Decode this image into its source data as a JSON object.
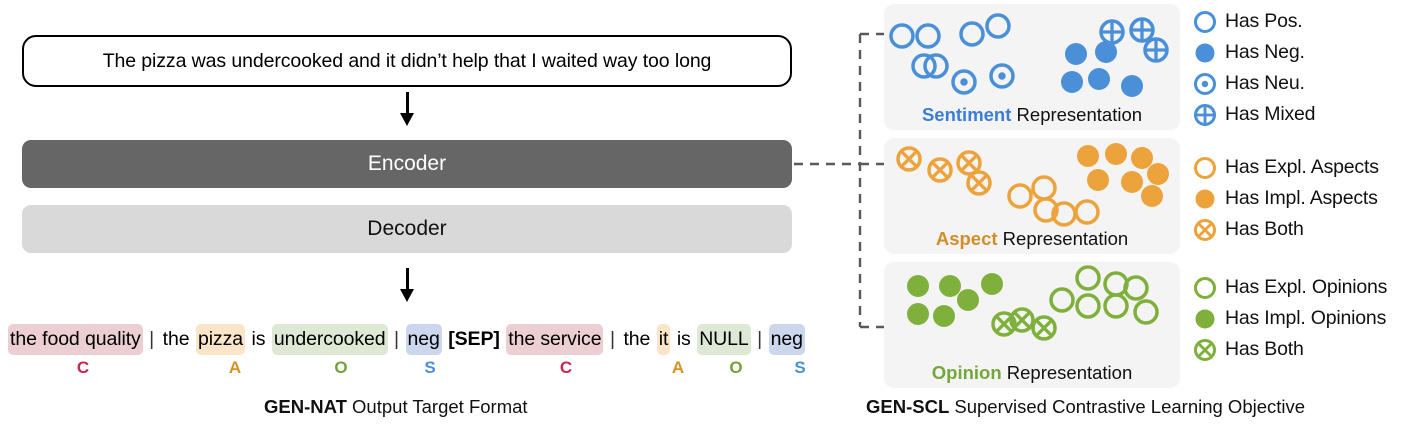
{
  "figure": {
    "input_sentence": "The pizza was undercooked and it didn’t help that I waited way too long",
    "encoder_label": "Encoder",
    "decoder_label": "Decoder",
    "caption_left_bold": "GEN-NAT",
    "caption_left_rest": " Output Target Format",
    "caption_right_bold": "GEN-SCL",
    "caption_right_rest": " Supervised Contrastive Learning Objective"
  },
  "output_sequence": {
    "tokens": [
      {
        "text": "the food quality",
        "style": "hl-c"
      },
      {
        "text": "|",
        "style": "bar"
      },
      {
        "text": "the",
        "style": "plain"
      },
      {
        "text": "pizza",
        "style": "hl-a"
      },
      {
        "text": "is",
        "style": "plain"
      },
      {
        "text": "undercooked",
        "style": "hl-o"
      },
      {
        "text": "|",
        "style": "bar"
      },
      {
        "text": "neg",
        "style": "hl-s"
      },
      {
        "text": "[SEP]",
        "style": "sep"
      },
      {
        "text": "the service",
        "style": "hl-c"
      },
      {
        "text": "|",
        "style": "bar"
      },
      {
        "text": "the",
        "style": "plain"
      },
      {
        "text": "it",
        "style": "hl-a"
      },
      {
        "text": "is",
        "style": "plain"
      },
      {
        "text": "NULL",
        "style": "hl-o"
      },
      {
        "text": "|",
        "style": "bar"
      },
      {
        "text": "neg",
        "style": "hl-s"
      }
    ],
    "role_letters": [
      {
        "letter": "C",
        "role": "c",
        "x": 83
      },
      {
        "letter": "A",
        "role": "a",
        "x": 235
      },
      {
        "letter": "O",
        "role": "o",
        "x": 341
      },
      {
        "letter": "S",
        "role": "s",
        "x": 430
      },
      {
        "letter": "C",
        "role": "c",
        "x": 566
      },
      {
        "letter": "A",
        "role": "a",
        "x": 678
      },
      {
        "letter": "O",
        "role": "o",
        "x": 736
      },
      {
        "letter": "S",
        "role": "s",
        "x": 800
      }
    ]
  },
  "representations": [
    {
      "id": "sentiment",
      "accent": "Sentiment",
      "rest": " Representation",
      "color": "#4a90d9"
    },
    {
      "id": "aspect",
      "accent": "Aspect",
      "rest": " Representation",
      "color": "#eda33c"
    },
    {
      "id": "opinion",
      "accent": "Opinion",
      "rest": " Representation",
      "color": "#7fb03c"
    }
  ],
  "legends": {
    "sentiment": {
      "color": "#4a90d9",
      "items": [
        {
          "glyph": "hollow-circle-icon",
          "label": "Has Pos."
        },
        {
          "glyph": "filled-circle-icon",
          "label": "Has Neg."
        },
        {
          "glyph": "bullseye-circle-icon",
          "label": "Has Neu."
        },
        {
          "glyph": "crossed-plus-circle-icon",
          "label": "Has Mixed"
        }
      ]
    },
    "aspect": {
      "color": "#eda33c",
      "items": [
        {
          "glyph": "hollow-circle-icon",
          "label": "Has Expl. Aspects"
        },
        {
          "glyph": "filled-circle-icon",
          "label": "Has Impl. Aspects"
        },
        {
          "glyph": "crossed-x-circle-icon",
          "label": "Has Both"
        }
      ]
    },
    "opinion": {
      "color": "#7fb03c",
      "items": [
        {
          "glyph": "hollow-circle-icon",
          "label": "Has Expl. Opinions"
        },
        {
          "glyph": "filled-circle-icon",
          "label": "Has Impl. Opinions"
        },
        {
          "glyph": "crossed-x-circle-icon",
          "label": "Has Both"
        }
      ]
    }
  },
  "chart_data": {
    "type": "scatter",
    "title": "GEN-SCL Supervised Contrastive Learning Objective",
    "grid": false,
    "legend_position": "right",
    "panels": [
      {
        "name": "Sentiment Representation",
        "color": "#4a90d9",
        "series": [
          {
            "name": "Has Pos.",
            "marker": "hollow-circle",
            "points": [
              [
                18,
                32
              ],
              [
                44,
                32
              ],
              [
                88,
                30
              ],
              [
                114,
                22
              ],
              [
                52,
                62
              ],
              [
                40,
                62
              ]
            ]
          },
          {
            "name": "Has Neu.",
            "marker": "bullseye-circle",
            "points": [
              [
                80,
                78
              ],
              [
                118,
                72
              ]
            ]
          },
          {
            "name": "Has Neg.",
            "marker": "filled-circle",
            "points": [
              [
                192,
                50
              ],
              [
                222,
                48
              ],
              [
                215,
                75
              ],
              [
                188,
                78
              ],
              [
                248,
                82
              ]
            ]
          },
          {
            "name": "Has Mixed",
            "marker": "crossed-plus-circle",
            "points": [
              [
                228,
                28
              ],
              [
                258,
                26
              ],
              [
                272,
                46
              ]
            ]
          }
        ]
      },
      {
        "name": "Aspect Representation",
        "color": "#eda33c",
        "series": [
          {
            "name": "Has Both",
            "marker": "crossed-x-circle",
            "points": [
              [
                25,
                21
              ],
              [
                56,
                32
              ],
              [
                85,
                25
              ],
              [
                95,
                45
              ]
            ]
          },
          {
            "name": "Has Expl. Aspects",
            "marker": "hollow-circle",
            "points": [
              [
                136,
                58
              ],
              [
                160,
                50
              ],
              [
                162,
                72
              ],
              [
                180,
                76
              ],
              [
                203,
                74
              ]
            ]
          },
          {
            "name": "Has Impl. Aspects",
            "marker": "filled-circle",
            "points": [
              [
                204,
                18
              ],
              [
                232,
                16
              ],
              [
                258,
                20
              ],
              [
                214,
                42
              ],
              [
                248,
                44
              ],
              [
                274,
                36
              ],
              [
                268,
                58
              ]
            ]
          }
        ]
      },
      {
        "name": "Opinion Representation",
        "color": "#7fb03c",
        "series": [
          {
            "name": "Has Impl. Opinions",
            "marker": "filled-circle",
            "points": [
              [
                34,
                24
              ],
              [
                66,
                24
              ],
              [
                84,
                38
              ],
              [
                108,
                22
              ],
              [
                34,
                52
              ],
              [
                60,
                54
              ]
            ]
          },
          {
            "name": "Has Both",
            "marker": "crossed-x-circle",
            "points": [
              [
                120,
                62
              ],
              [
                138,
                58
              ],
              [
                160,
                66
              ]
            ]
          },
          {
            "name": "Has Expl. Opinions",
            "marker": "hollow-circle",
            "points": [
              [
                204,
                16
              ],
              [
                232,
                22
              ],
              [
                252,
                26
              ],
              [
                178,
                38
              ],
              [
                204,
                44
              ],
              [
                232,
                44
              ],
              [
                262,
                50
              ]
            ]
          }
        ]
      }
    ]
  }
}
